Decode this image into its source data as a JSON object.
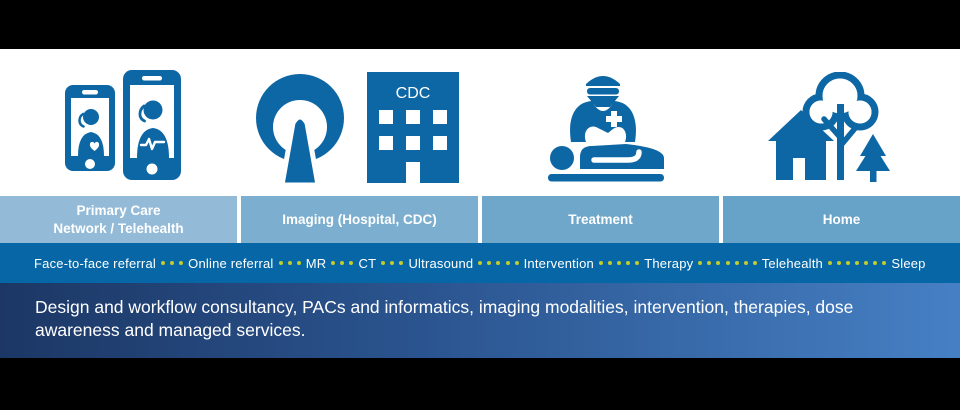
{
  "colors": {
    "icon_blue": "#0E67A5",
    "strip_blue": "#0767A6",
    "band_1": "#93BAD7",
    "band_2": "#7BAECF",
    "band_3": "#6FA7CB",
    "band_4": "#67A2C8",
    "dot_yellow": "#C2CB2F",
    "footer_left": "#1C3765",
    "footer_mid": "#2B5590",
    "footer_right": "#4680C4"
  },
  "stages": [
    {
      "label": "Primary Care\nNetwork / Telehealth"
    },
    {
      "label": "Imaging (Hospital, CDC)"
    },
    {
      "label": "Treatment"
    },
    {
      "label": "Home"
    }
  ],
  "building_sign": "CDC",
  "pathway": [
    {
      "label": "Face-to-face referral",
      "dots_after": 3
    },
    {
      "label": "Online referral",
      "dots_after": 3
    },
    {
      "label": "MR",
      "dots_after": 3
    },
    {
      "label": "CT",
      "dots_after": 3
    },
    {
      "label": "Ultrasound",
      "dots_after": 5
    },
    {
      "label": "Intervention",
      "dots_after": 5
    },
    {
      "label": "Therapy",
      "dots_after": 7
    },
    {
      "label": "Telehealth",
      "dots_after": 7
    },
    {
      "label": "Sleep",
      "dots_after": 0
    }
  ],
  "footer": {
    "text": "Design and workflow consultancy, PACs and informatics, imaging modalities, intervention, therapies, dose awareness and managed services."
  }
}
